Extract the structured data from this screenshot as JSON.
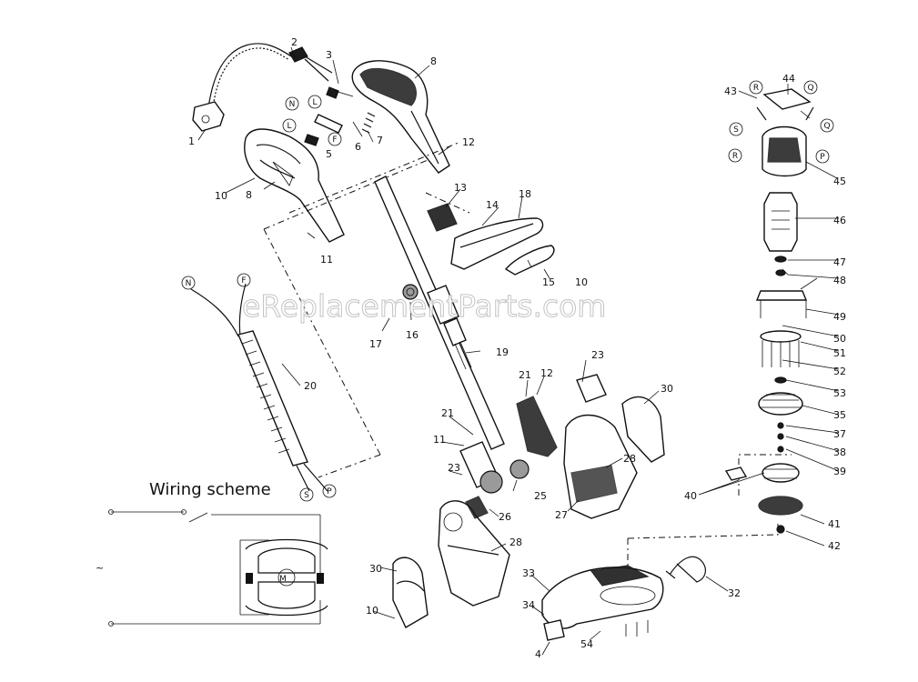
{
  "watermark": "eReplacementParts.com",
  "wiring_scheme_title": "Wiring scheme",
  "ac_symbol": "~",
  "wire_letters": {
    "n": "N",
    "l": "L",
    "f": "F",
    "s": "S",
    "p": "P",
    "r": "R",
    "q": "Q"
  },
  "callouts": {
    "c1": "1",
    "c2": "2",
    "c3": "3",
    "c4": "4",
    "c5": "5",
    "c6": "6",
    "c7": "7",
    "c8": "8",
    "c10": "10",
    "c11": "11",
    "c12": "12",
    "c13": "13",
    "c14": "14",
    "c15": "15",
    "c16": "16",
    "c17": "17",
    "c18": "18",
    "c19": "19",
    "c20": "20",
    "c21": "21",
    "c23": "23",
    "c25": "25",
    "c26": "26",
    "c27": "27",
    "c28": "28",
    "c30": "30",
    "c32": "32",
    "c33": "33",
    "c34": "34",
    "c35": "35",
    "c37": "37",
    "c38": "38",
    "c39": "39",
    "c40": "40",
    "c41": "41",
    "c42": "42",
    "c43": "43",
    "c44": "44",
    "c45": "45",
    "c46": "46",
    "c47": "47",
    "c48": "48",
    "c49": "49",
    "c50": "50",
    "c51": "51",
    "c52": "52",
    "c53": "53",
    "c54": "54"
  }
}
